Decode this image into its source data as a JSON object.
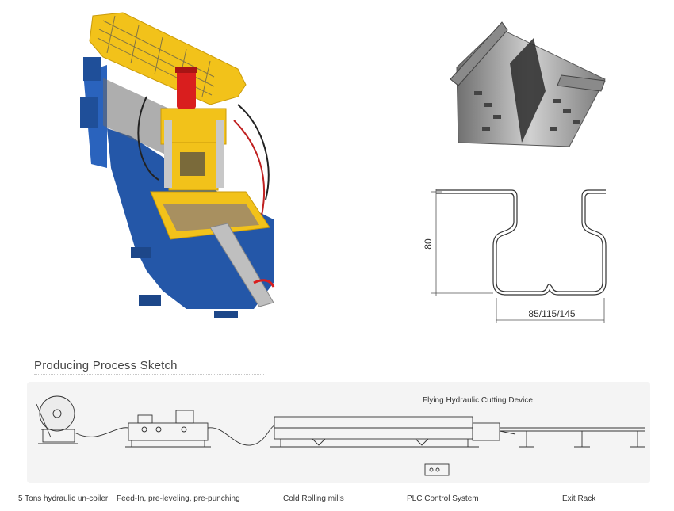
{
  "profile": {
    "height_label": "80",
    "width_label": "85/115/145"
  },
  "process": {
    "title": "Producing Process Sketch",
    "cutter_label": "Flying Hydraulic Cutting Device",
    "captions": {
      "uncoiler": "5 Tons hydraulic un-coiler",
      "feed": "Feed-In, pre-leveling, pre-punching",
      "rolling": "Cold Rolling mills",
      "plc": "PLC Control System",
      "exit": "Exit Rack"
    }
  },
  "colors": {
    "machine_frame": "#2457a8",
    "guard_cage": "#f2c21a",
    "hydraulic_cylinder": "#d91e1e",
    "profile_steel": "#9a9a9a"
  }
}
